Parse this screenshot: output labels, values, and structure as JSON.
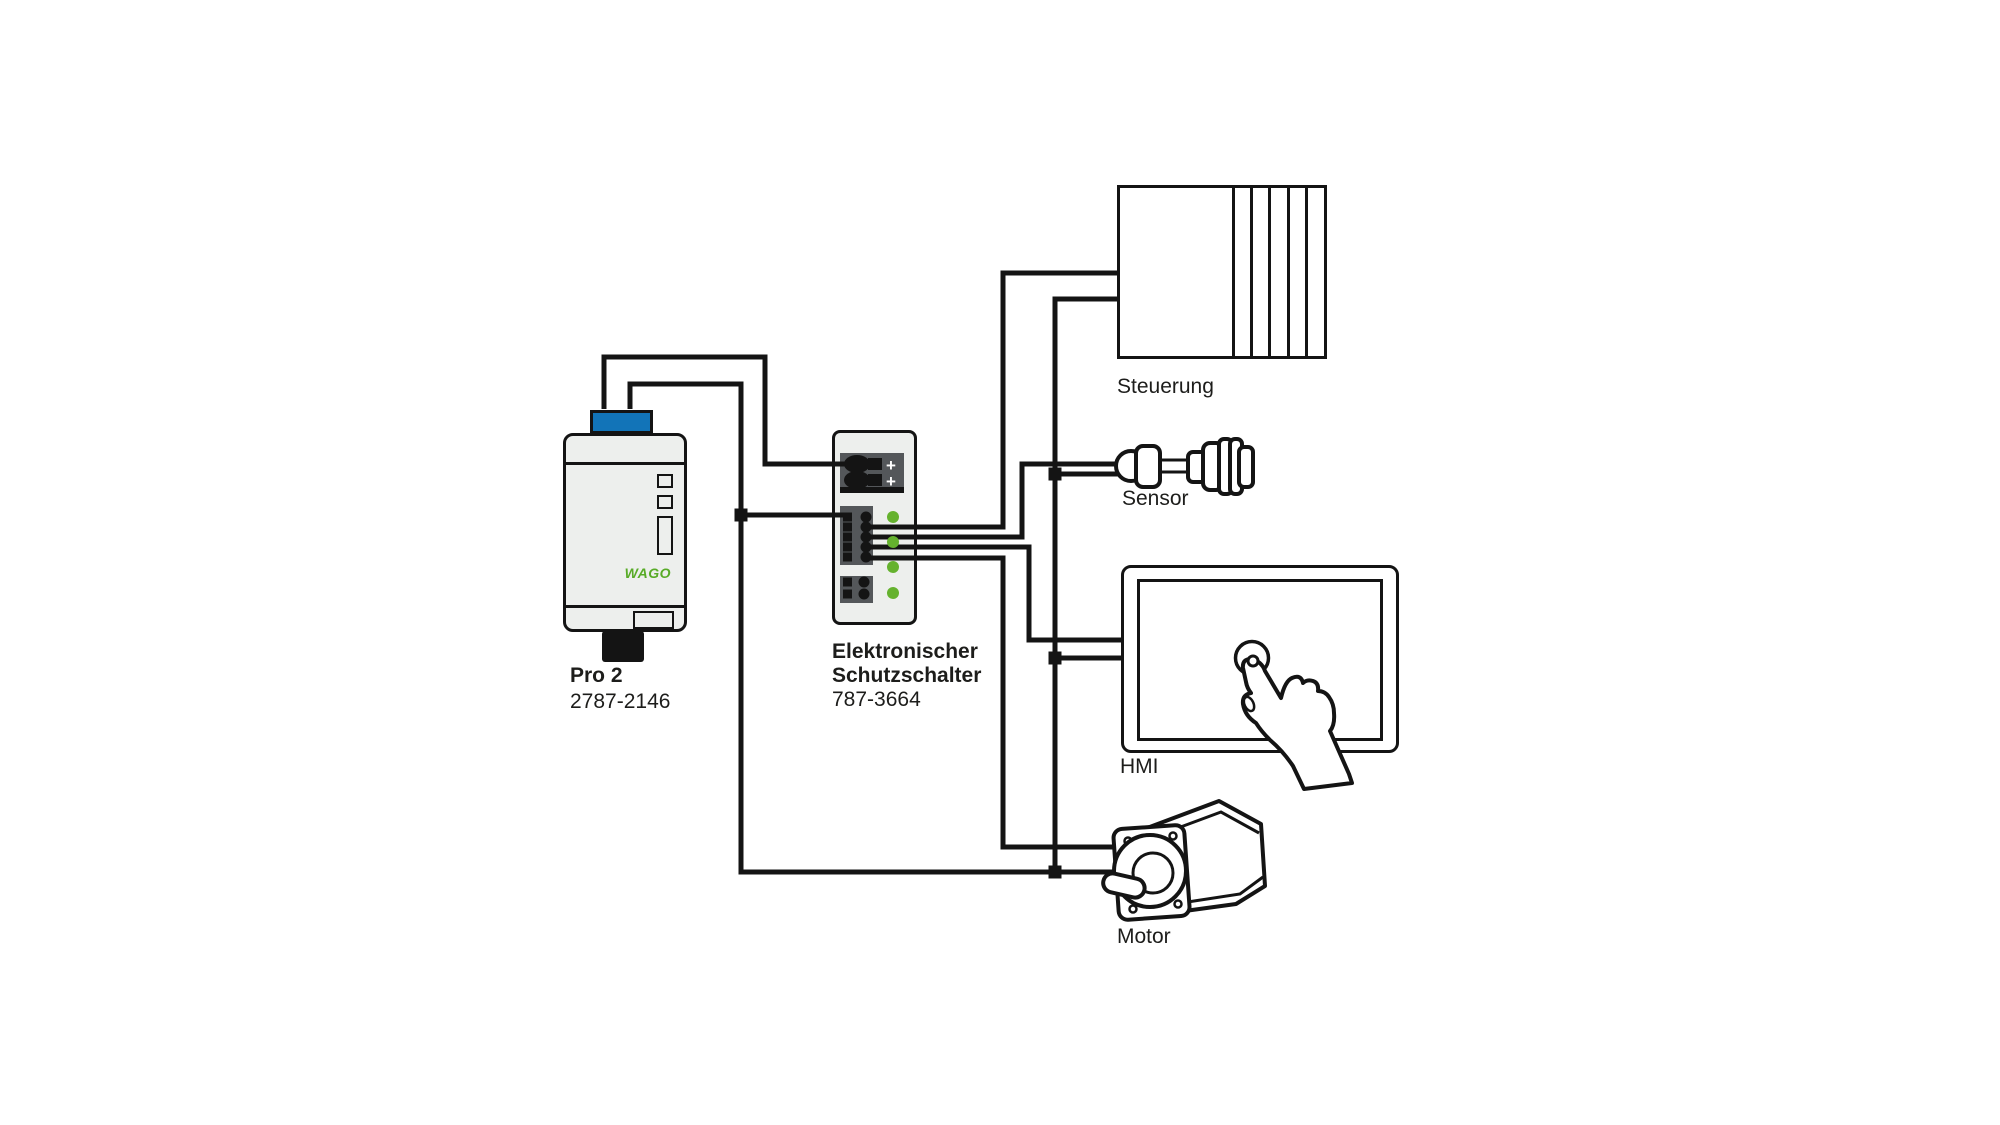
{
  "colors": {
    "line": "#141414",
    "device_fill": "#edefed",
    "terminal_panel": "#54575a",
    "led_green": "#65b22e",
    "logo_green": "#58ab27",
    "wago_blue": "#1274b8"
  },
  "devices": {
    "psu": {
      "brand": "WAGO",
      "name": "Pro 2",
      "code": "2787-2146"
    },
    "breaker": {
      "title_line1": "Elektronischer",
      "title_line2": "Schutzschalter",
      "code": "787-3664",
      "plus_label": "+"
    },
    "controller": {
      "label": "Steuerung"
    },
    "sensor": {
      "label": "Sensor"
    },
    "hmi": {
      "label": "HMI"
    },
    "motor": {
      "label": "Motor"
    }
  }
}
